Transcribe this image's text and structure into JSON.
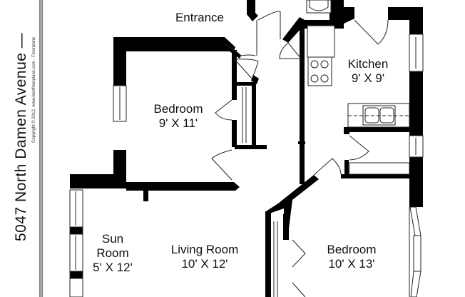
{
  "title": {
    "address": "5047 North Damen Avenue —",
    "copyright": "Copyright © 2012, www.bestfloorplans.com - Floorplans"
  },
  "rooms": [
    {
      "id": "entrance",
      "name": "Entrance",
      "dims": ""
    },
    {
      "id": "kitchen",
      "name": "Kitchen",
      "dims": "9' X 9'"
    },
    {
      "id": "bedroom1",
      "name": "Bedroom",
      "dims": "9' X 11'"
    },
    {
      "id": "sunroom",
      "name": "Sun Room",
      "name_line1": "Sun",
      "name_line2": "Room",
      "dims": "5' X 12'"
    },
    {
      "id": "living",
      "name": "Living Room",
      "dims": "10' X 12'"
    },
    {
      "id": "bedroom2",
      "name": "Bedroom",
      "dims": "10' X 13'"
    }
  ],
  "colors": {
    "wall": "#000000",
    "line": "#222222",
    "background": "#ffffff"
  }
}
